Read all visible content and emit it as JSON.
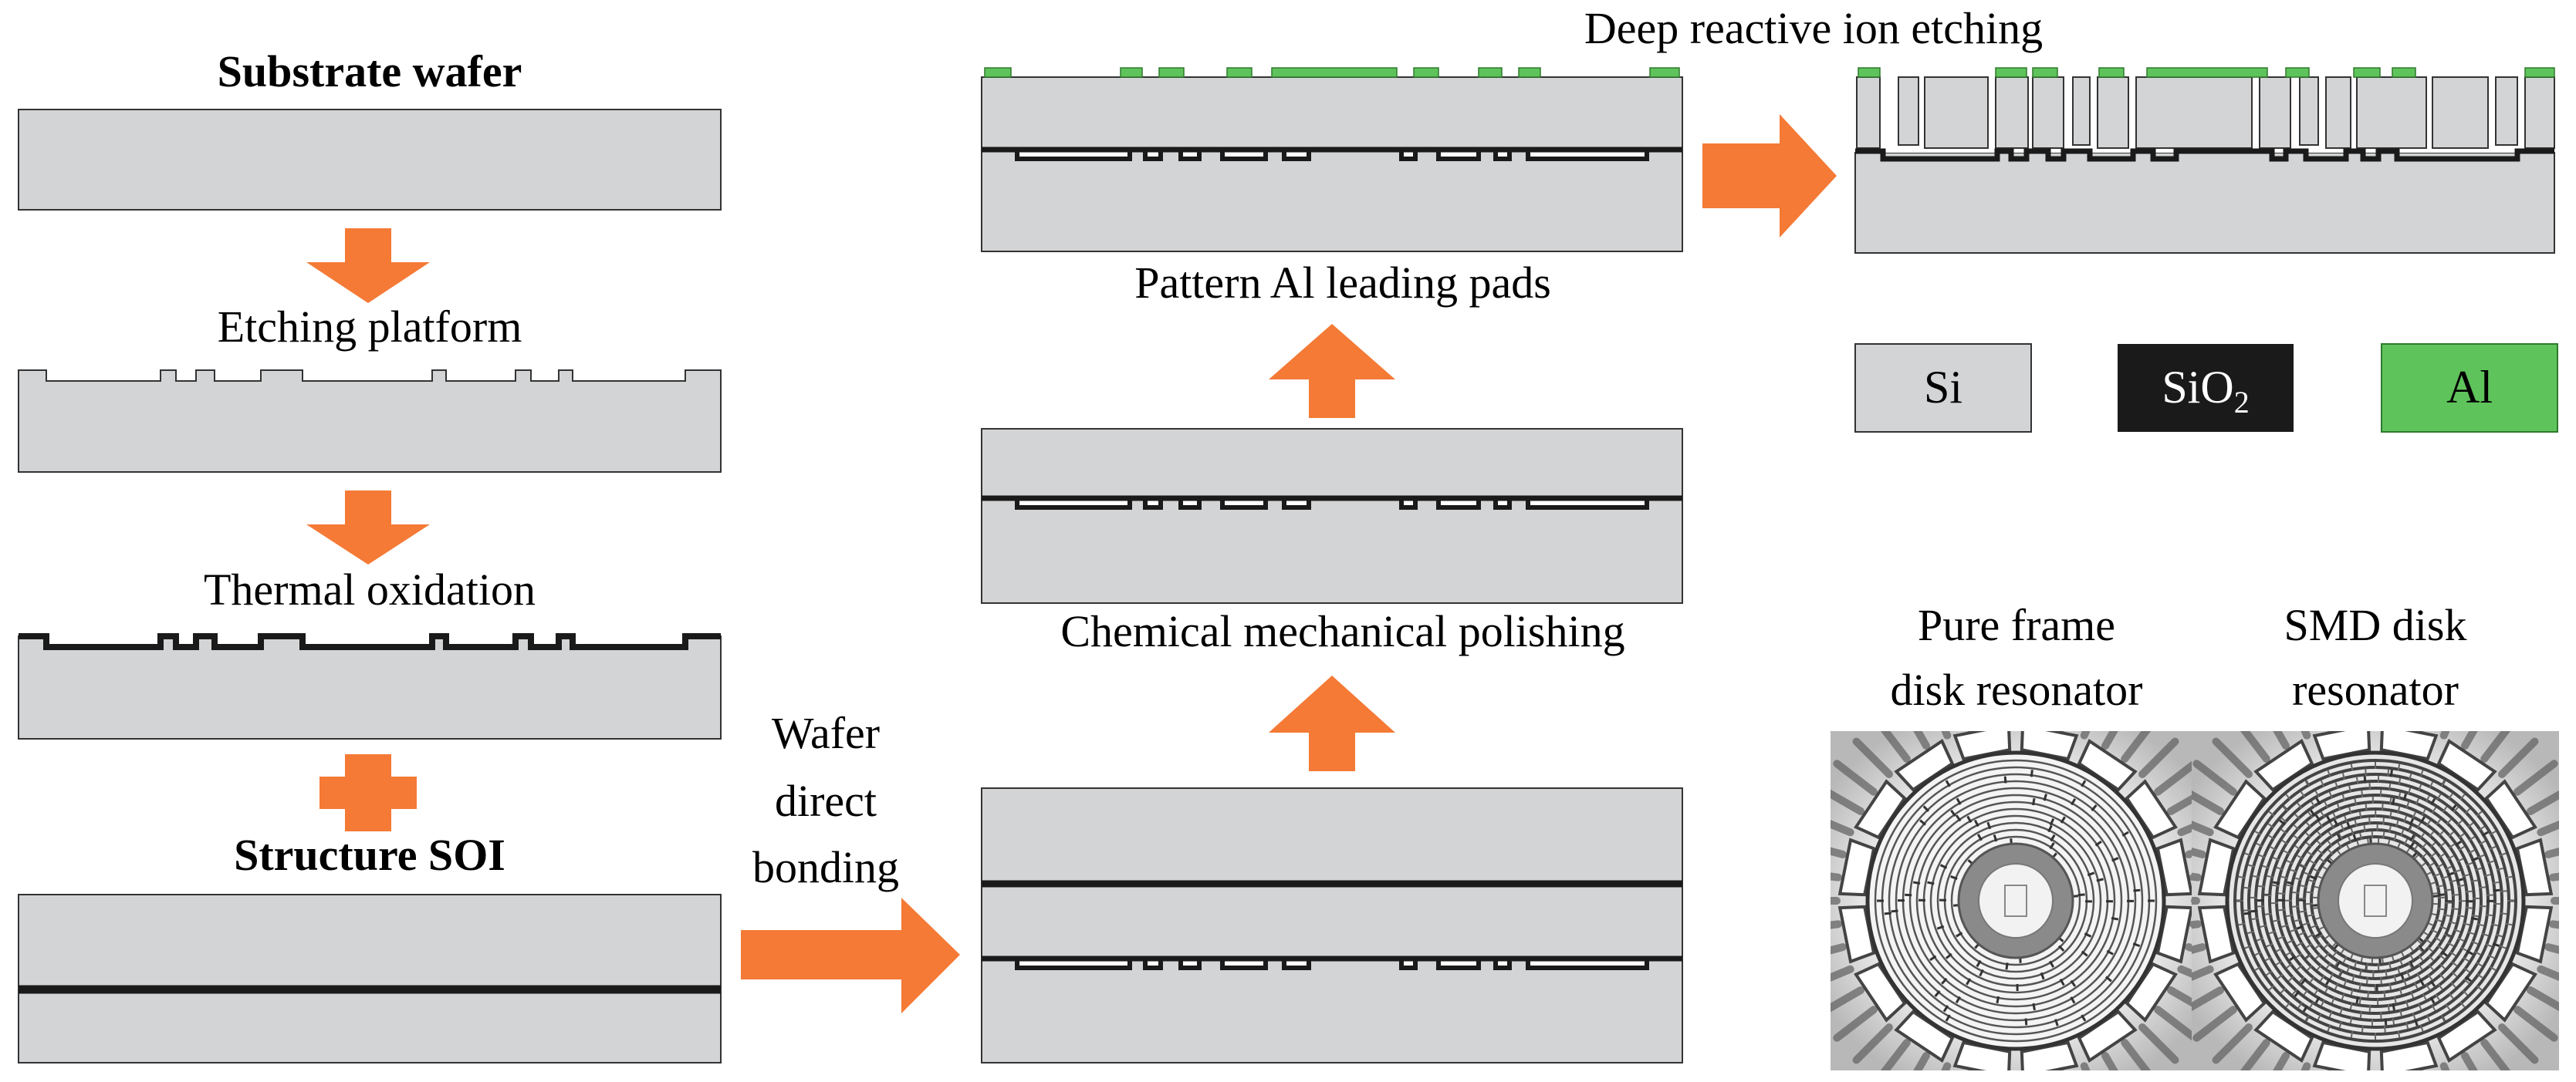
{
  "colors": {
    "si": "#d3d4d6",
    "sio2": "#1a1a1a",
    "al": "#5fc35b",
    "arrow": "#f47a36",
    "outline": "#333333"
  },
  "steps": {
    "substrate_wafer": "Substrate wafer",
    "etching_platform": "Etching platform",
    "thermal_oxidation": "Thermal oxidation",
    "structure_soi": "Structure SOI",
    "wafer_direct_bonding": [
      "Wafer",
      "direct",
      "bonding"
    ],
    "chemical_mechanical_polishing": "Chemical mechanical polishing",
    "pattern_al_leading_pads": "Pattern Al leading pads",
    "deep_reactive_ion_etching": "Deep reactive ion etching"
  },
  "legend": {
    "si": "Si",
    "sio2": "SiO",
    "sio2_sub": "2",
    "al": "Al"
  },
  "photos": {
    "pure_frame": [
      "Pure frame",
      "disk resonator"
    ],
    "smd": [
      "SMD disk",
      "resonator"
    ]
  }
}
